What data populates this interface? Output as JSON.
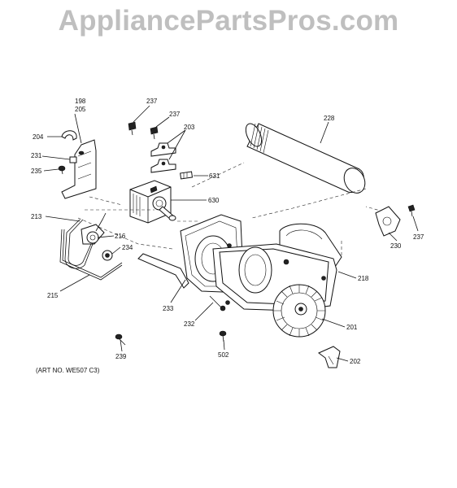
{
  "watermark": "AppliancePartsPros.com",
  "art_number": "(ART NO. WE507 C3)",
  "part_labels": {
    "p198": "198",
    "p205": "205",
    "p204": "204",
    "p231": "231",
    "p235": "235",
    "p237a": "237",
    "p237b": "237",
    "p237c": "237",
    "p203": "203",
    "p631": "631",
    "p630": "630",
    "p228": "228",
    "p213": "213",
    "p216": "216",
    "p234": "234",
    "p215": "215",
    "p233": "233",
    "p232": "232",
    "p230": "230",
    "p218": "218",
    "p201": "201",
    "p239": "239",
    "p502": "502",
    "p202": "202"
  },
  "components": [
    "bracket",
    "hose-clamp",
    "clip",
    "screw",
    "mounting-straps",
    "thermistor",
    "motor",
    "exhaust-duct",
    "drive-belt",
    "idler-pulley",
    "idler-bracket",
    "blower-housing",
    "thermostat",
    "blower-wheel",
    "foot",
    "duct-plate"
  ]
}
